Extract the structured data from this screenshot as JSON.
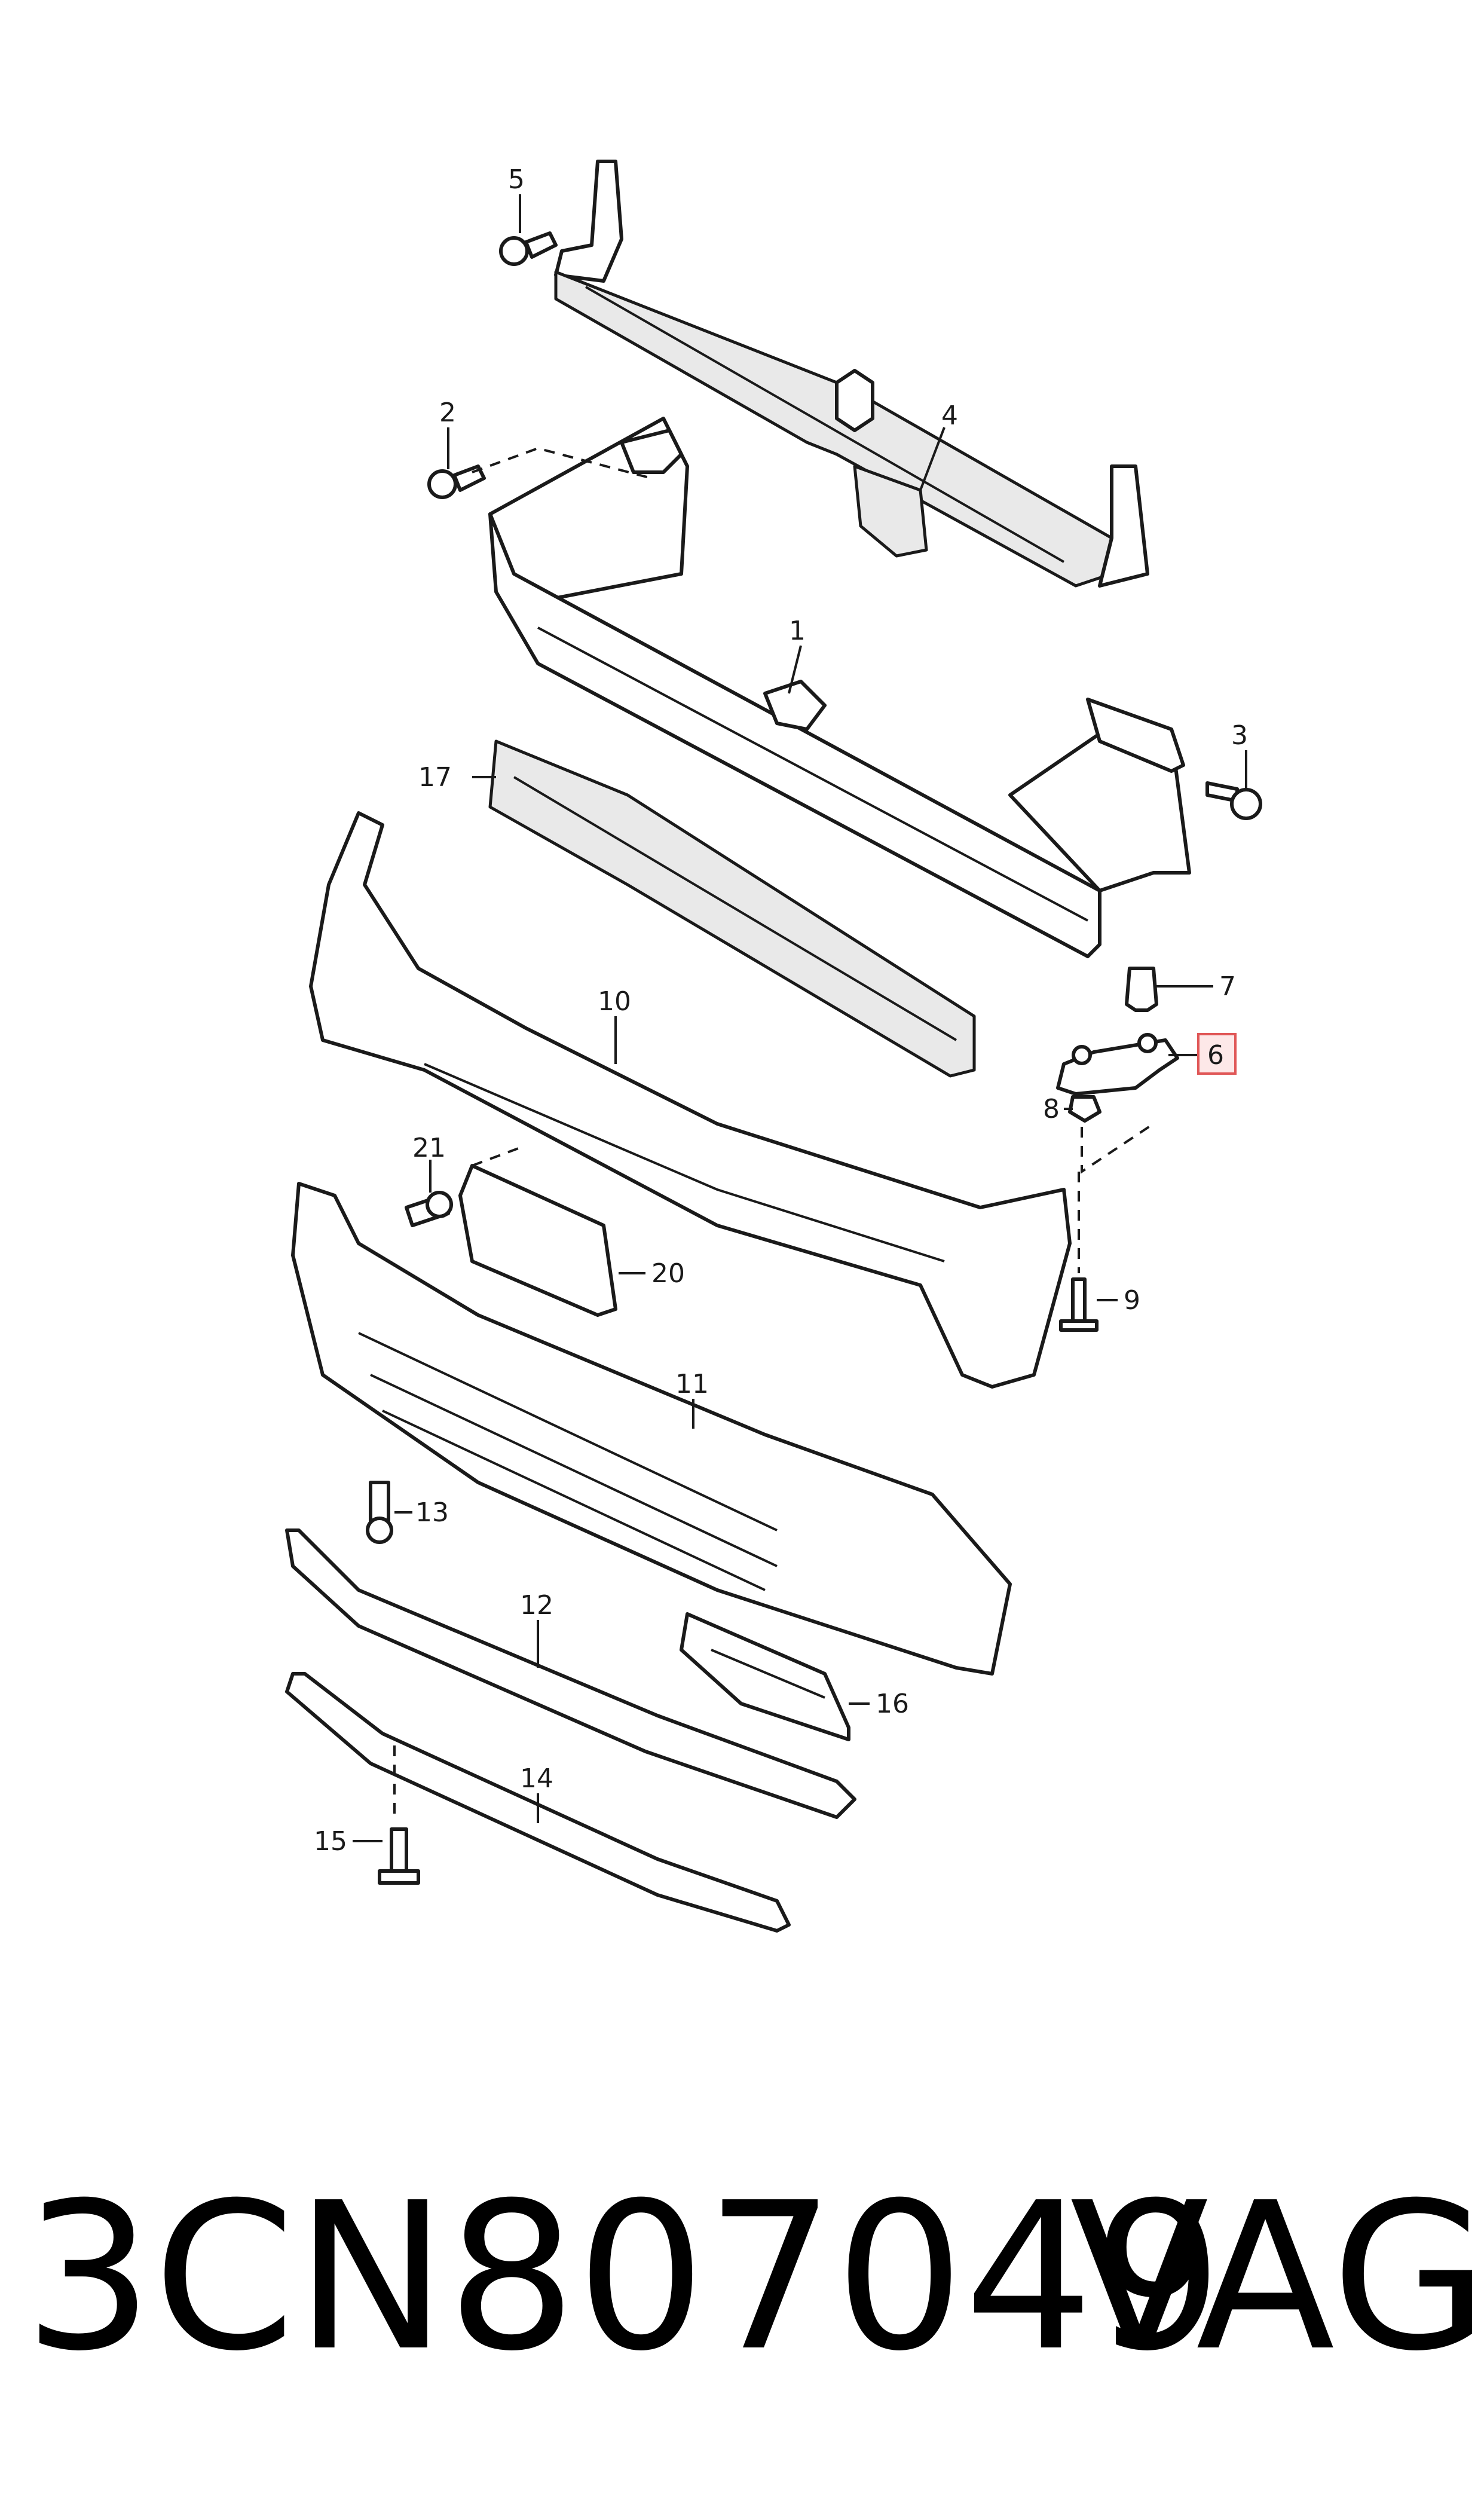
{
  "callouts": {
    "c1": "1",
    "c2": "2",
    "c3": "3",
    "c4": "4",
    "c5": "5",
    "c6": "6",
    "c7": "7",
    "c8": "8",
    "c9": "9",
    "c10": "10",
    "c11": "11",
    "c12": "12",
    "c13": "13",
    "c14": "14",
    "c15": "15",
    "c16": "16",
    "c17": "17",
    "c20": "20",
    "c21": "21"
  },
  "highlighted_callout": "6",
  "colors": {
    "line": "#1a1a1a",
    "highlight_border": "#e05757",
    "highlight_fill": "#fde8e8"
  },
  "footer": {
    "part_number": "3CN807049",
    "brand": "VAG"
  }
}
